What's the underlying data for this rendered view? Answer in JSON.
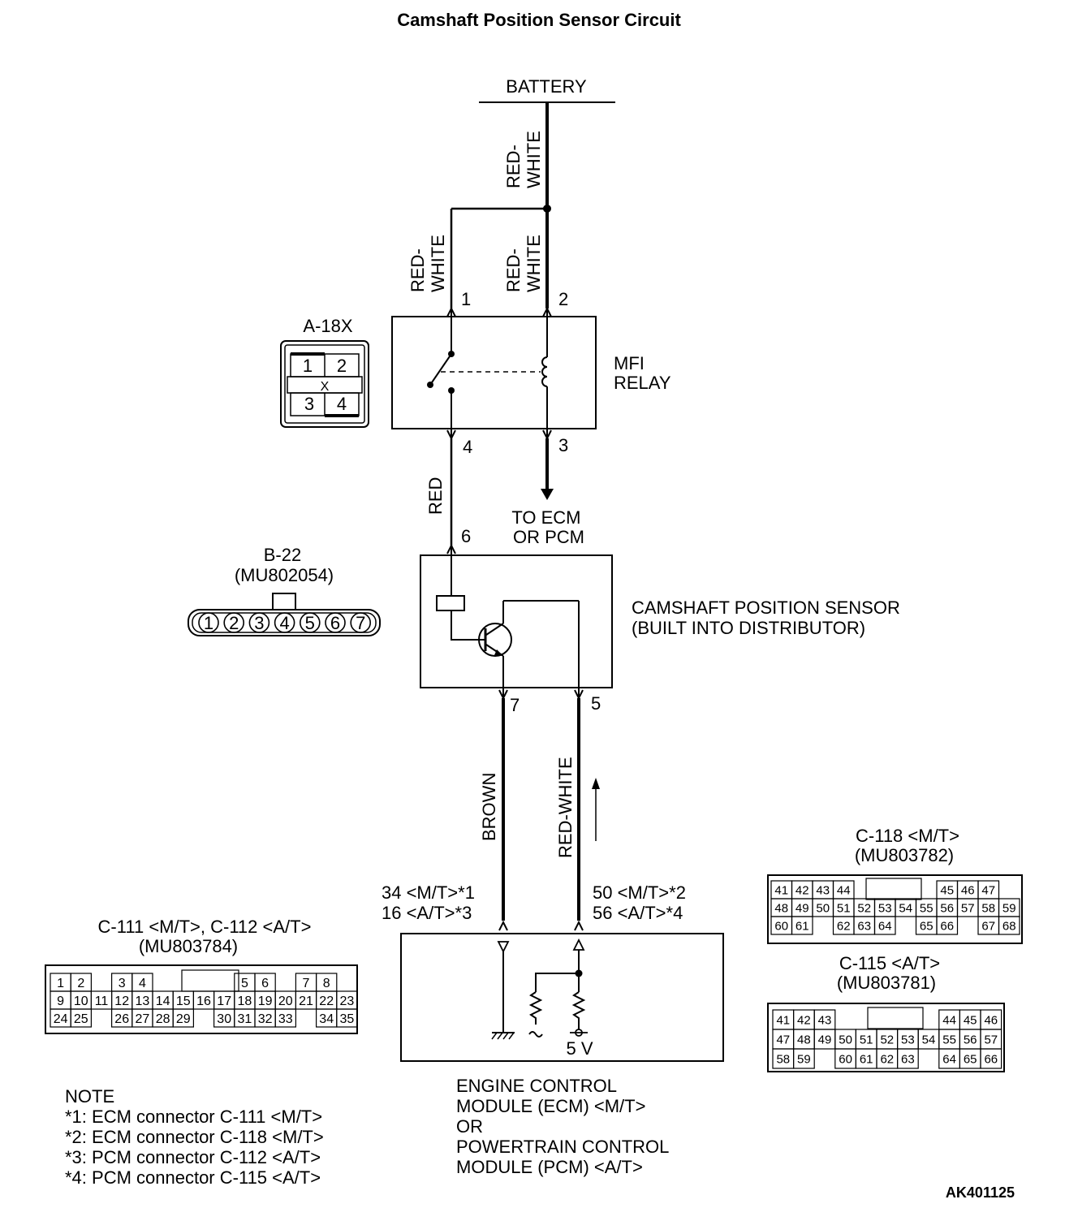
{
  "title": "Camshaft Position Sensor Circuit",
  "battery_label": "BATTERY",
  "wires": {
    "battery_wire": [
      "RED-",
      "WHITE"
    ],
    "relay_pin1_wire": [
      "RED-",
      "WHITE"
    ],
    "relay_pin2_wire": [
      "RED-",
      "WHITE"
    ],
    "relay_to_sensor": "RED",
    "sensor_ground": "BROWN",
    "sensor_signal": "RED-WHITE"
  },
  "relay": {
    "name": [
      "MFI",
      "RELAY"
    ],
    "pins": {
      "p1": "1",
      "p2": "2",
      "p3": "3",
      "p4": "4"
    },
    "to_module": [
      "TO ECM",
      "OR PCM"
    ]
  },
  "connector_a18x": {
    "id": "A-18X",
    "cells": [
      "1",
      "2",
      "3",
      "4"
    ],
    "mark": "X"
  },
  "connector_b22": {
    "id": "B-22",
    "part": "(MU802054)",
    "pins": [
      "1",
      "2",
      "3",
      "4",
      "5",
      "6",
      "7"
    ]
  },
  "sensor": {
    "name": [
      "CAMSHAFT POSITION SENSOR",
      "(BUILT INTO DISTRIBUTOR)"
    ],
    "pins": {
      "p5": "5",
      "p6": "6",
      "p7": "7"
    }
  },
  "module_pins": {
    "left": [
      "34 <M/T>*1",
      "16 <A/T>*3"
    ],
    "right": [
      "50 <M/T>*2",
      "56 <A/T>*4"
    ]
  },
  "module": {
    "voltage": "5 V",
    "name": [
      "ENGINE CONTROL",
      "MODULE (ECM) <M/T>",
      "OR",
      "POWERTRAIN CONTROL",
      "MODULE (PCM) <A/T>"
    ]
  },
  "connector_c111": {
    "title": "C-111 <M/T>, C-112 <A/T>",
    "part": "(MU803784)",
    "rows": [
      [
        "1",
        "2",
        "",
        "3",
        "4",
        "",
        "",
        "",
        "",
        "5",
        "6",
        "",
        "7",
        "8"
      ],
      [
        "9",
        "10",
        "11",
        "12",
        "13",
        "14",
        "15",
        "16",
        "17",
        "18",
        "19",
        "20",
        "21",
        "22",
        "23"
      ],
      [
        "24",
        "25",
        "",
        "26",
        "27",
        "28",
        "29",
        "",
        "30",
        "31",
        "32",
        "33",
        "",
        "34",
        "35"
      ]
    ]
  },
  "connector_c118": {
    "title": "C-118 <M/T>",
    "part": "(MU803782)",
    "rows": [
      [
        "41",
        "42",
        "43",
        "44",
        "",
        "",
        "",
        "",
        "45",
        "46",
        "47"
      ],
      [
        "48",
        "49",
        "50",
        "51",
        "52",
        "53",
        "54",
        "55",
        "56",
        "57",
        "58",
        "59"
      ],
      [
        "60",
        "61",
        "",
        "62",
        "63",
        "64",
        "",
        "65",
        "66",
        "",
        "67",
        "68"
      ]
    ]
  },
  "connector_c115": {
    "title": "C-115 <A/T>",
    "part": "(MU803781)",
    "rows": [
      [
        "41",
        "42",
        "43",
        "",
        "",
        "",
        "",
        "",
        "44",
        "45",
        "46"
      ],
      [
        "47",
        "48",
        "49",
        "50",
        "51",
        "52",
        "53",
        "54",
        "55",
        "56",
        "57"
      ],
      [
        "58",
        "59",
        "",
        "60",
        "61",
        "62",
        "63",
        "",
        "64",
        "65",
        "66"
      ]
    ]
  },
  "notes": {
    "heading": "NOTE",
    "lines": [
      "*1: ECM connector C-111 <M/T>",
      "*2: ECM connector C-118 <M/T>",
      "*3: PCM connector C-112 <A/T>",
      "*4: PCM connector C-115 <A/T>"
    ]
  },
  "figure_code": "AK401125"
}
